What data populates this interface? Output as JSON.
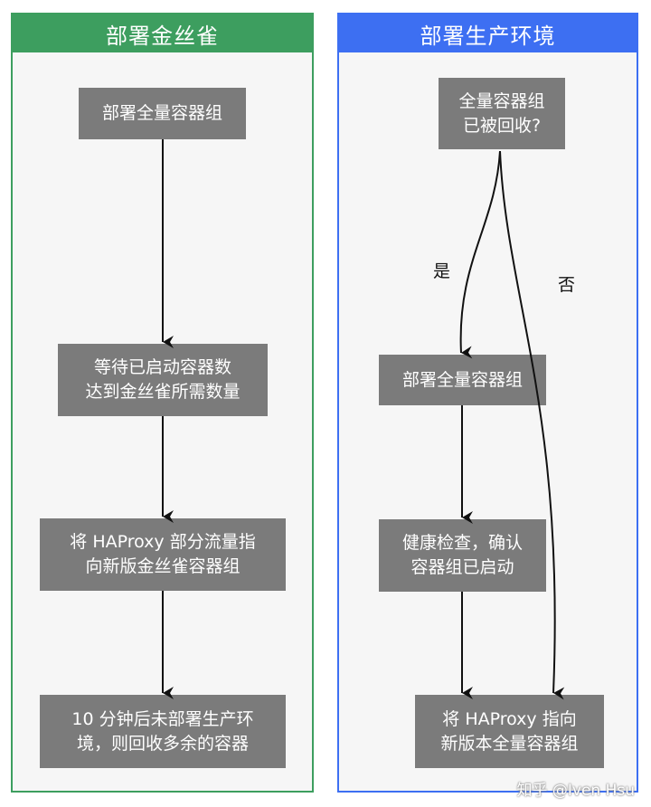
{
  "left_panel": {
    "title": "部署金丝雀",
    "steps": [
      {
        "lines": [
          "部署全量容器组"
        ]
      },
      {
        "lines": [
          "等待已启动容器数",
          "达到金丝雀所需数量"
        ]
      },
      {
        "lines": [
          "将 HAProxy 部分流量指",
          "向新版金丝雀容器组"
        ]
      },
      {
        "lines": [
          "10 分钟后未部署生产环",
          "境，则回收多余的容器"
        ]
      }
    ]
  },
  "right_panel": {
    "title": "部署生产环境",
    "decision": {
      "lines": [
        "全量容器组",
        "已被回收?"
      ]
    },
    "steps": [
      {
        "lines": [
          "部署全量容器组"
        ]
      },
      {
        "lines": [
          "健康检查，确认",
          "容器组已启动"
        ]
      },
      {
        "lines": [
          "将 HAProxy 指向",
          "新版本全量容器组"
        ]
      }
    ],
    "yes_label": "是",
    "no_label": "否"
  },
  "watermark": "知乎 @Iven Hsu"
}
